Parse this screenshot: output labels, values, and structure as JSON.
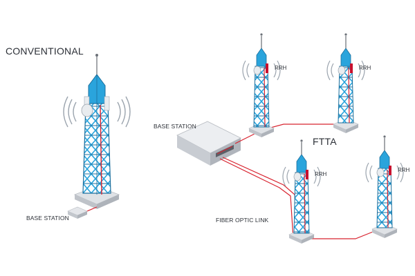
{
  "labels": {
    "conventional": "CONVENTIONAL",
    "ftta": "FTTA",
    "base_station_left": "BASE STATION",
    "base_station_right": "BASE STATION",
    "fiber_optic_link": "FIBER OPTIC LINK",
    "rrh": "RRH"
  },
  "colors": {
    "lattice": "#2aa4dc",
    "lattice_dark": "#1b6e9c",
    "tower_base": "#c9ccd1",
    "cable": "#d8232f",
    "antenna": "#e9ecef",
    "signal_wave": "#9aa3ad",
    "rrh_unit": "#c8102e",
    "text": "#2b2f36"
  }
}
